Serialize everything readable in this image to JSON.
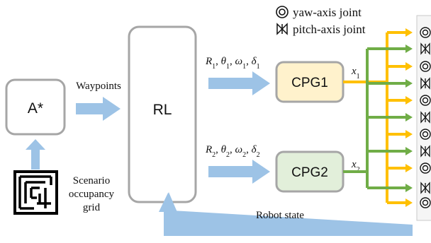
{
  "legend": {
    "yaw_label": "yaw-axis joint",
    "pitch_label": "pitch-axis joint"
  },
  "nodes": {
    "astar": "A*",
    "rl": "RL",
    "cpg1": "CPG1",
    "cpg2": "CPG2"
  },
  "labels": {
    "waypoints": "Waypoints",
    "scenario_line1": "Scenario",
    "scenario_line2": "occupancy",
    "scenario_line3": "grid",
    "robot_state": "Robot state"
  },
  "params": {
    "p1": {
      "R": "R",
      "theta": "θ",
      "omega": "ω",
      "delta": "δ",
      "sub": "1"
    },
    "p2": {
      "R": "R",
      "theta": "θ",
      "omega": "ω",
      "delta": "δ",
      "sub": "2"
    }
  },
  "outputs": {
    "x1": {
      "base": "x",
      "sub": "1"
    },
    "x2": {
      "base": "x",
      "sub": "2"
    }
  },
  "colors": {
    "arrow_blue": "#9dc3e6",
    "cpg1_fill": "#fff2cc",
    "cpg2_fill": "#e2efda",
    "yellow_line": "#ffc000",
    "green_line": "#70ad47",
    "box_border": "#a6a6a6"
  }
}
